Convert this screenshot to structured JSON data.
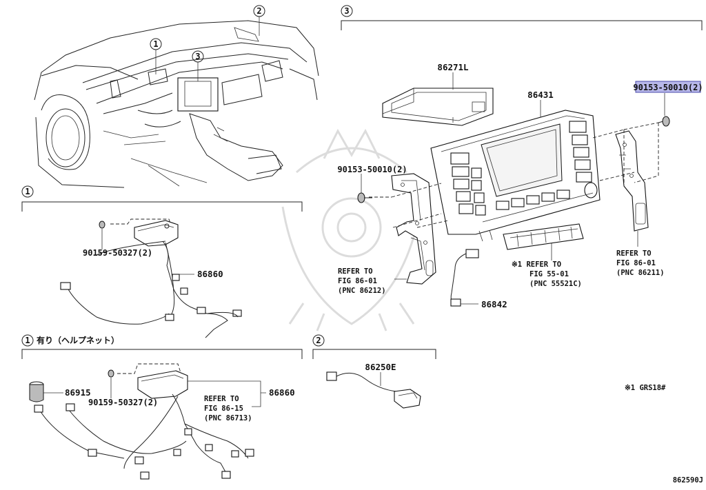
{
  "callouts": {
    "c1": "1",
    "c2": "2",
    "c3": "3"
  },
  "sections": {
    "section3_label": "3",
    "section1_label": "1",
    "section1b_label": "1",
    "section1b_text": "有り（ヘルプネット）",
    "section2_label": "2"
  },
  "parts": {
    "p86271L": "86271L",
    "p86431": "86431",
    "p9015350010_hl": "90153-50010(2)",
    "p9015350010": "90153-50010(2)",
    "p90159a": "90159-50327(2)",
    "p86860a": "86860",
    "p86842": "86842",
    "p86915": "86915",
    "p90159b": "90159-50327(2)",
    "p86860b": "86860",
    "p86250E": "86250E"
  },
  "refs": {
    "refL": [
      "REFER TO",
      "FIG 86-01",
      "(PNC 86212)"
    ],
    "refC": [
      "※1 REFER TO",
      "FIG 55-01",
      "(PNC 55521C)"
    ],
    "refR": [
      "REFER TO",
      "FIG 86-01",
      "(PNC 86211)"
    ],
    "refH": [
      "REFER TO",
      "FIG 86-15",
      "(PNC 86713)"
    ]
  },
  "notes": {
    "note1": "※1 GRS18#",
    "figure_id": "862590J"
  }
}
